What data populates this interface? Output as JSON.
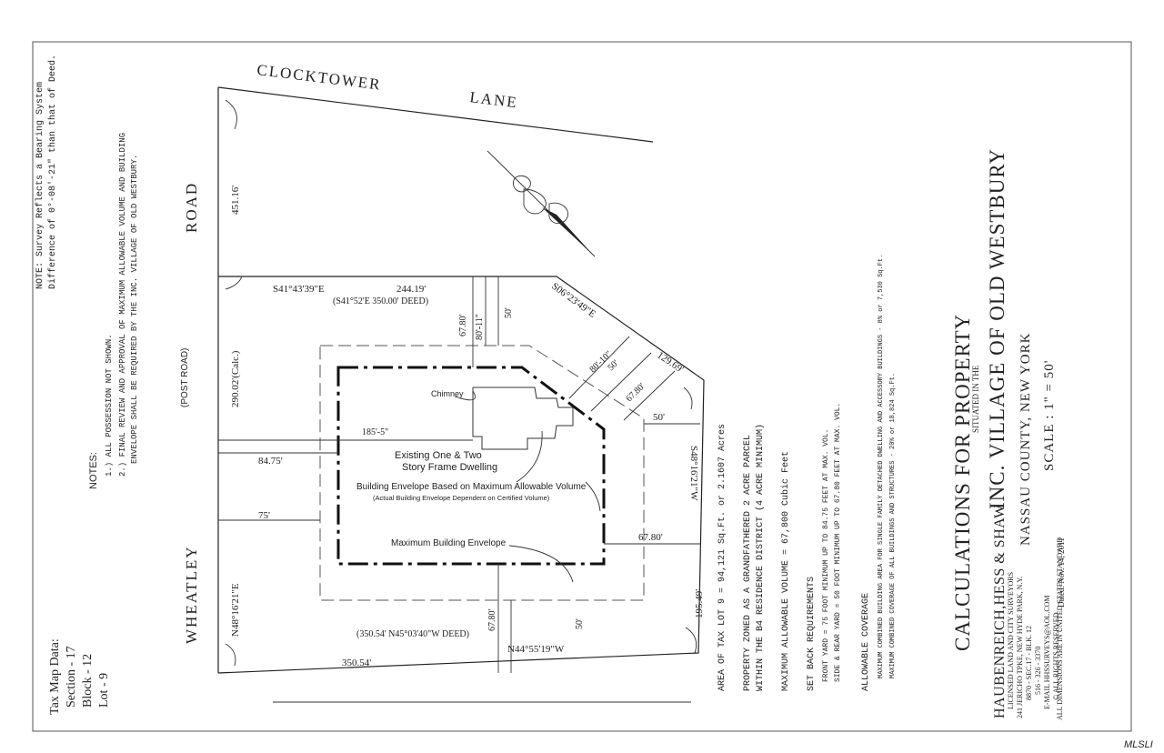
{
  "streets": {
    "clocktower": "CLOCKTOWER",
    "lane": "LANE",
    "road": "ROAD",
    "wheatley": "WHEATLEY",
    "post_road": "(POST ROAD)"
  },
  "note": {
    "line1": "NOTE: Survey Reflects a Bearing System",
    "line2": "Difference of 0°-08'-21\" than that of Deed."
  },
  "notes": {
    "heading": "NOTES:",
    "item1": "1.) ALL POSSESSION NOT SHOWN.",
    "item2a": "2.) FINAL REVIEW AND APPROVAL OF MAXIMUM ALLOWABLE VOLUME AND BUILDING",
    "item2b": "ENVELOPE SHALL BE REQUIRED BY THE INC. VILLAGE OF OLD WESTBURY."
  },
  "tax_map": {
    "title": "Tax Map Data:",
    "section": "Section - 17",
    "block": "Block - 12",
    "lot": "Lot - 9"
  },
  "dimensions": {
    "north_line_length": "451.16'",
    "top_bearing": "S41°43'39\"E",
    "top_length": "244.19'",
    "top_deed": "(S41°52'E 350.00' DEED)",
    "ne_bearing": "S06°23'49\"E",
    "ne_length": "129.69'",
    "east_bearing": "S48°16'21\"W",
    "east_length": "195.49'",
    "west_calc": "290.02'(Calc.)",
    "west_bearing": "N48°16'21\"E",
    "bottom_deed": "(350.54' N45°03'40\"W DEED)",
    "bottom_bearing": "N44°55'19\"W",
    "bottom_length": "350.54'",
    "front_84": "84.75'",
    "front_75": "75'",
    "house_185": "185'-5\"",
    "dim_6780_top": "67.80'",
    "dim_80_11": "80'-11\"",
    "dim_50_top": "50'",
    "dim_80_10": "80'-10\"",
    "dim_50_ne": "50'",
    "dim_6780_ne": "67.80'",
    "dim_50_east": "50'",
    "dim_6780_east": "67.80'",
    "dim_6780_bottom": "67.80'",
    "dim_50_bottom": "50'"
  },
  "labels": {
    "chimney": "Chimney",
    "dwelling1": "Existing One & Two",
    "dwelling2": "Story Frame Dwelling",
    "envelope1": "Building Envelope Based on Maximum Allowable Volume",
    "envelope2": "(Actual Building Envelope Dependent on Certified Volume)",
    "max_envelope": "Maximum Building Envelope"
  },
  "calc": {
    "area": "AREA OF TAX LOT 9 = 94,121 Sq.Ft. or 2.1607 Acres",
    "zoned1": "PROPERTY ZONED AS A GRANDFATHERED 2 ACRE PARCEL",
    "zoned2": "WITHIN THE B4 RESIDENCE DISTRICT (4 ACRE MINIMUM)",
    "volume": "MAXIMUM ALLOWABLE VOLUME = 67,800 Cubic Feet",
    "setback_head": "SET BACK REQUIREMENTS",
    "setback1": "FRONT YARD = 75 FOOT MINIMUM UP TO 84.75 FEET AT MAX. VOL.",
    "setback2": "SIDE & REAR YARD = 50 FOOT MINIMUM UP TO 67.80 FEET AT MAX. VOL.",
    "coverage_head": "ALLOWABLE COVERAGE",
    "coverage1": "MAXIMUM COMBINED BUILDING AREA FOR SINGLE FAMILY DETACHED DWELLING AND ACCESSORY BUILDINGS - 8% or 7,530 Sq.Ft.",
    "coverage2": "MAXIMUM COMBINED COVERAGE OF ALL BUILDINGS AND STRUCTURES - 20% or 18,824 Sq.Ft."
  },
  "title_block": {
    "title": "CALCULATIONS FOR PROPERTY",
    "situated": "SITUATED IN THE",
    "village": "INC. VILLAGE OF OLD WESTBURY",
    "county": "NASSAU COUNTY, NEW YORK",
    "scale": "SCALE : 1\" = 50'",
    "standard": "ALL DIMENSIONS ARE IN UNITED STATES STANDARD"
  },
  "firm": {
    "name": "HAUBENREICH,HESS & SHAW",
    "licensed": "LICENSED LAND AND CITY SURVEYORS",
    "address": "241 JERICHO TPKE, NEW HYDE PARK, N.Y.",
    "ref": "8870 - SEC.17 - BLK. 12",
    "phone": "516 - 326 - 3370",
    "email": "E-MAIL HHSSURVEYS@AOL.COM",
    "rights": "© ALL RIGHTS RESERVED",
    "dated": "Dated: Nov. 14, 2011"
  },
  "watermark": "MLSLI"
}
